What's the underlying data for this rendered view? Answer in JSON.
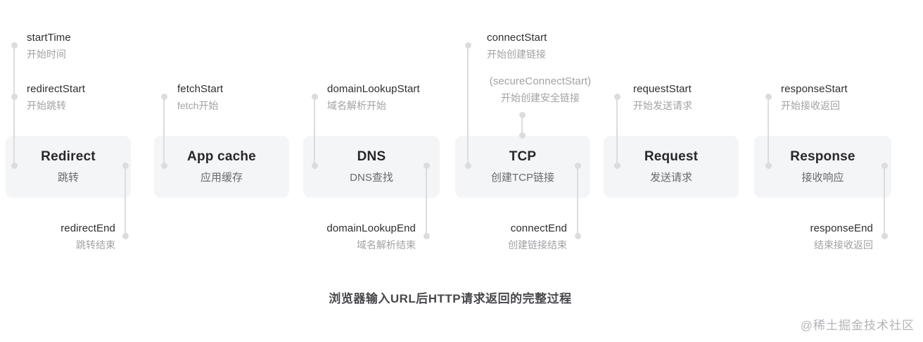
{
  "caption": "浏览器输入URL后HTTP请求返回的完整过程",
  "watermark": "@稀土掘金技术社区",
  "colors": {
    "box_bg": "#f4f5f7",
    "connector": "#dcdcde",
    "label_en": "#2e2e30",
    "label_zh": "#a2a2a6",
    "box_title": "#28282b",
    "box_subtitle": "#69696e",
    "caption": "#48484c",
    "watermark": "#b4b4b8"
  },
  "phases": [
    {
      "title": "Redirect",
      "subtitle": "跳转"
    },
    {
      "title": "App cache",
      "subtitle": "应用缓存"
    },
    {
      "title": "DNS",
      "subtitle": "DNS查找"
    },
    {
      "title": "TCP",
      "subtitle": "创建TCP链接"
    },
    {
      "title": "Request",
      "subtitle": "发送请求"
    },
    {
      "title": "Response",
      "subtitle": "接收响应"
    }
  ],
  "markers": {
    "start_time": {
      "en": "startTime",
      "zh": "开始时间"
    },
    "redirect_start": {
      "en": "redirectStart",
      "zh": "开始跳转"
    },
    "redirect_end": {
      "en": "redirectEnd",
      "zh": "跳转结束"
    },
    "fetch_start": {
      "en": "fetchStart",
      "zh": "fetch开始"
    },
    "domain_lookup_start": {
      "en": "domainLookupStart",
      "zh": "域名解析开始"
    },
    "domain_lookup_end": {
      "en": "domainLookupEnd",
      "zh": "域名解析结束"
    },
    "connect_start": {
      "en": "connectStart",
      "zh": "开始创建链接"
    },
    "secure_connect_start": {
      "en": "(secureConnectStart)",
      "zh": "开始创建安全链接"
    },
    "connect_end": {
      "en": "connectEnd",
      "zh": "创建链接结束"
    },
    "request_start": {
      "en": "requestStart",
      "zh": "开始发送请求"
    },
    "response_start": {
      "en": "responseStart",
      "zh": "开始接收返回"
    },
    "response_end": {
      "en": "responseEnd",
      "zh": "结束接收返回"
    }
  }
}
